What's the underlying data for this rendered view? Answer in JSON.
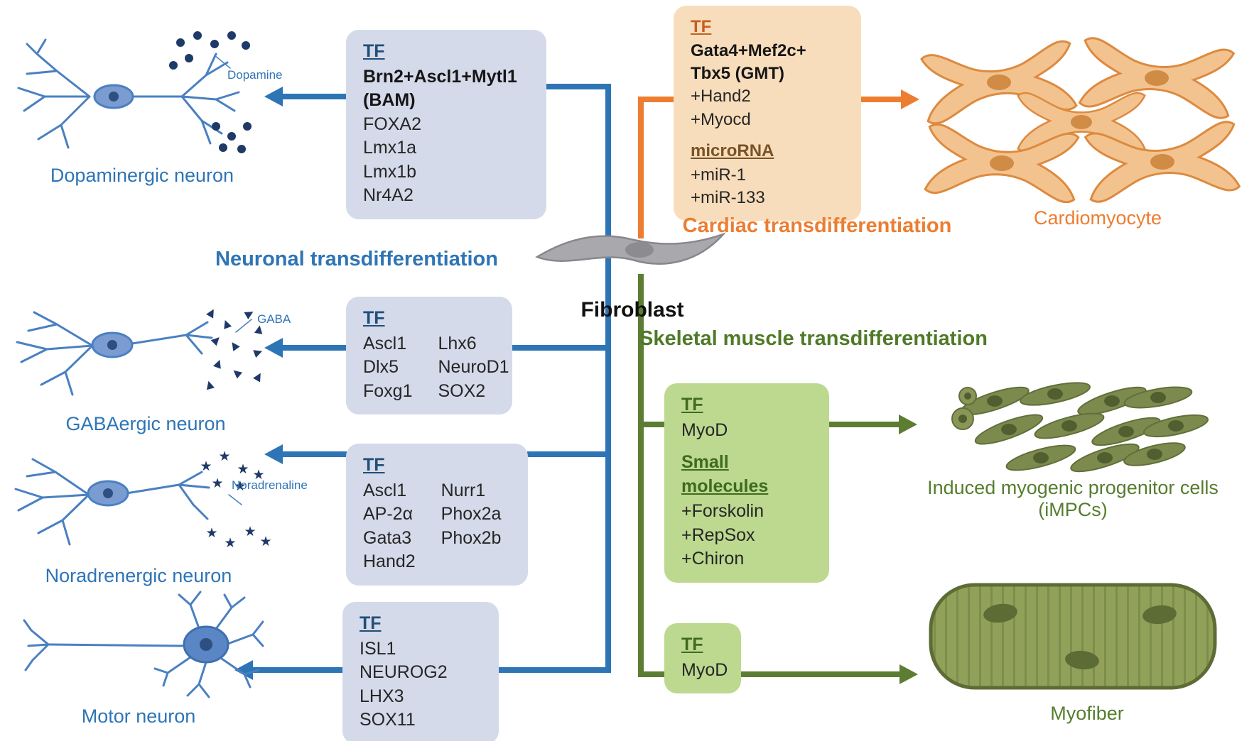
{
  "colors": {
    "neuronal_blue": "#2e75b6",
    "cardiac_orange": "#ed7d31",
    "skeletal_green": "#4f7a28",
    "blue_box_bg": "#d4dae9",
    "orange_box_bg": "#f7ddbb",
    "green_box_bg": "#bcd98f"
  },
  "center": {
    "fibroblast_label": "Fibroblast"
  },
  "branches": {
    "neuronal": {
      "heading": "Neuronal transdifferentiation"
    },
    "cardiac": {
      "heading": "Cardiac transdifferentiation"
    },
    "skeletal": {
      "heading": "Skeletal muscle transdifferentiation"
    }
  },
  "boxes": {
    "bam": {
      "tf": "TF",
      "bold1": "Brn2+Ascl1+Mytl1",
      "bold2": "(BAM)",
      "genes": [
        "FOXA2",
        "Lmx1a",
        "Lmx1b",
        "Nr4A2"
      ]
    },
    "cardiac": {
      "tf": "TF",
      "bold1": "Gata4+Mef2c+",
      "bold2": "Tbx5 (GMT)",
      "genes": [
        "+Hand2",
        "+Myocd"
      ],
      "microrna_heading": "microRNA",
      "micrornas": [
        "+miR-1",
        "+miR-133"
      ]
    },
    "gaba": {
      "tf": "TF",
      "col1": [
        "Ascl1",
        "Dlx5",
        "Foxg1"
      ],
      "col2": [
        "Lhx6",
        "NeuroD1",
        "SOX2"
      ]
    },
    "noradrenergic": {
      "tf": "TF",
      "col1": [
        "Ascl1",
        "AP-2α",
        "Gata3",
        "Hand2"
      ],
      "col2": [
        "Nurr1",
        "Phox2a",
        "Phox2b"
      ]
    },
    "motor": {
      "tf": "TF",
      "genes": [
        "ISL1",
        "NEUROG2",
        "LHX3",
        "SOX11"
      ]
    },
    "skeletal_impc": {
      "tf": "TF",
      "tf_gene": "MyoD",
      "sm_heading": "Small molecules",
      "molecules": [
        "+Forskolin",
        "+RepSox",
        "+Chiron"
      ]
    },
    "skeletal_myofiber": {
      "tf": "TF",
      "tf_gene": "MyoD"
    }
  },
  "cells": {
    "dopaminergic": {
      "label": "Dopaminergic neuron",
      "particle": "Dopamine"
    },
    "gabaergic": {
      "label": "GABAergic neuron",
      "particle": "GABA"
    },
    "noradrenergic": {
      "label": "Noradrenergic neuron",
      "particle": "Noradrenaline"
    },
    "motor": {
      "label": "Motor neuron"
    },
    "cardiomyocyte": {
      "label": "Cardiomyocyte"
    },
    "impcs": {
      "label_line1": "Induced myogenic progenitor cells",
      "label_line2": "(iMPCs)"
    },
    "myofiber": {
      "label": "Myofiber"
    }
  }
}
